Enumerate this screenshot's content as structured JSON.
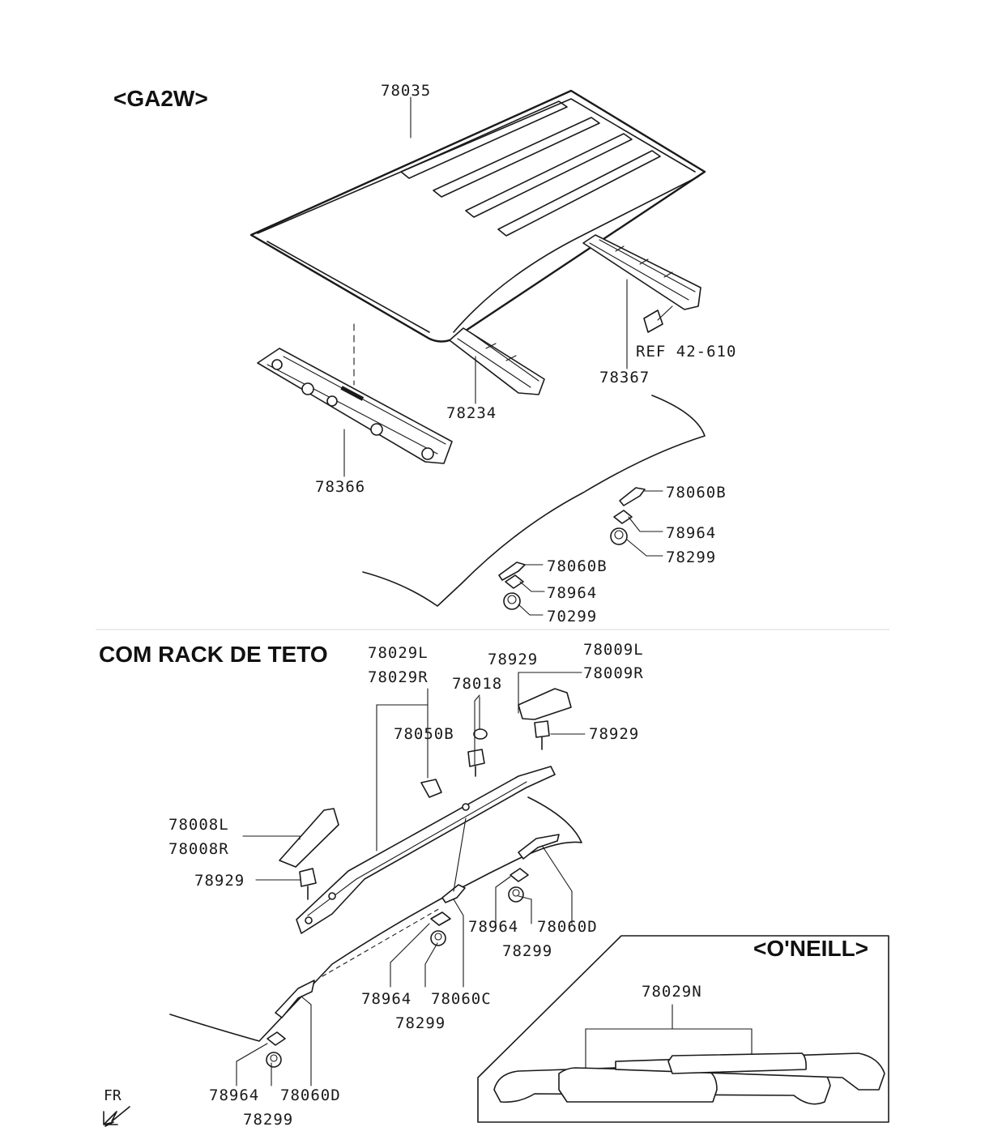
{
  "sections": {
    "ga2w": "<GA2W>",
    "rack": "COM RACK DE TETO",
    "oneill": "<O'NEILL>"
  },
  "labels": {
    "p78035": "78035",
    "p78234": "78234",
    "ref": "REF 42-610",
    "p78367": "78367",
    "p78366": "78366",
    "p78060B_a": "78060B",
    "p78964_a": "78964",
    "p78299_a": "78299",
    "p78060B_b": "78060B",
    "p78964_b": "78964",
    "p70299": "70299",
    "p78029L": "78029L",
    "p78029R": "78029R",
    "p78929_top": "78929",
    "p78018": "78018",
    "p78009L": "78009L",
    "p78009R": "78009R",
    "p78050B": "78050B",
    "p78929_right": "78929",
    "p78008L": "78008L",
    "p78008R": "78008R",
    "p78929_left": "78929",
    "p78964_c": "78964",
    "p78060D_right": "78060D",
    "p78299_c": "78299",
    "p78964_d": "78964",
    "p78060C": "78060C",
    "p78299_d": "78299",
    "p78964_e": "78964",
    "p78060D_bottom": "78060D",
    "p78299_e": "78299",
    "p78029N": "78029N"
  },
  "direction": "FR",
  "icons": {
    "fr_arrow": "arrow-down-left-icon"
  }
}
